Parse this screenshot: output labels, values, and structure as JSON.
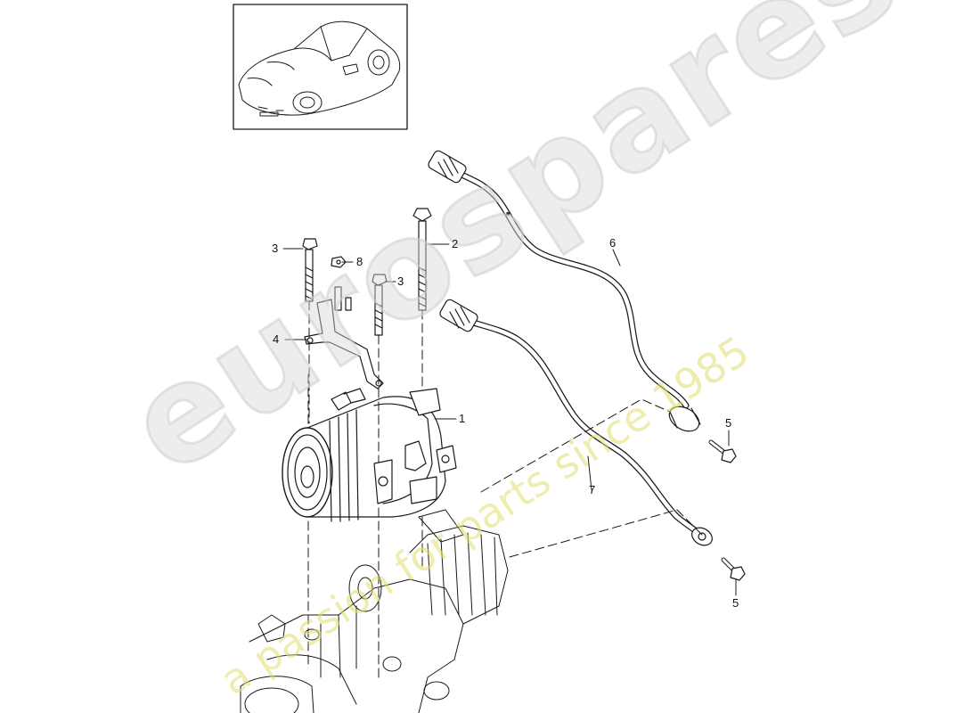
{
  "diagram": {
    "callouts": [
      {
        "id": "c1",
        "label": "1"
      },
      {
        "id": "c2",
        "label": "2"
      },
      {
        "id": "c3a",
        "label": "3"
      },
      {
        "id": "c3b",
        "label": "3"
      },
      {
        "id": "c4",
        "label": "4"
      },
      {
        "id": "c5a",
        "label": "5"
      },
      {
        "id": "c5b",
        "label": "5"
      },
      {
        "id": "c6",
        "label": "6"
      },
      {
        "id": "c7",
        "label": "7"
      },
      {
        "id": "c8",
        "label": "8"
      }
    ]
  },
  "watermark": {
    "brand": "eurospares",
    "tagline": "a passion for parts since 1985"
  },
  "colors": {
    "line": "#1a1a1a",
    "watermark_gray": "#d8d8d8",
    "watermark_yellow": "#e6e27a"
  }
}
